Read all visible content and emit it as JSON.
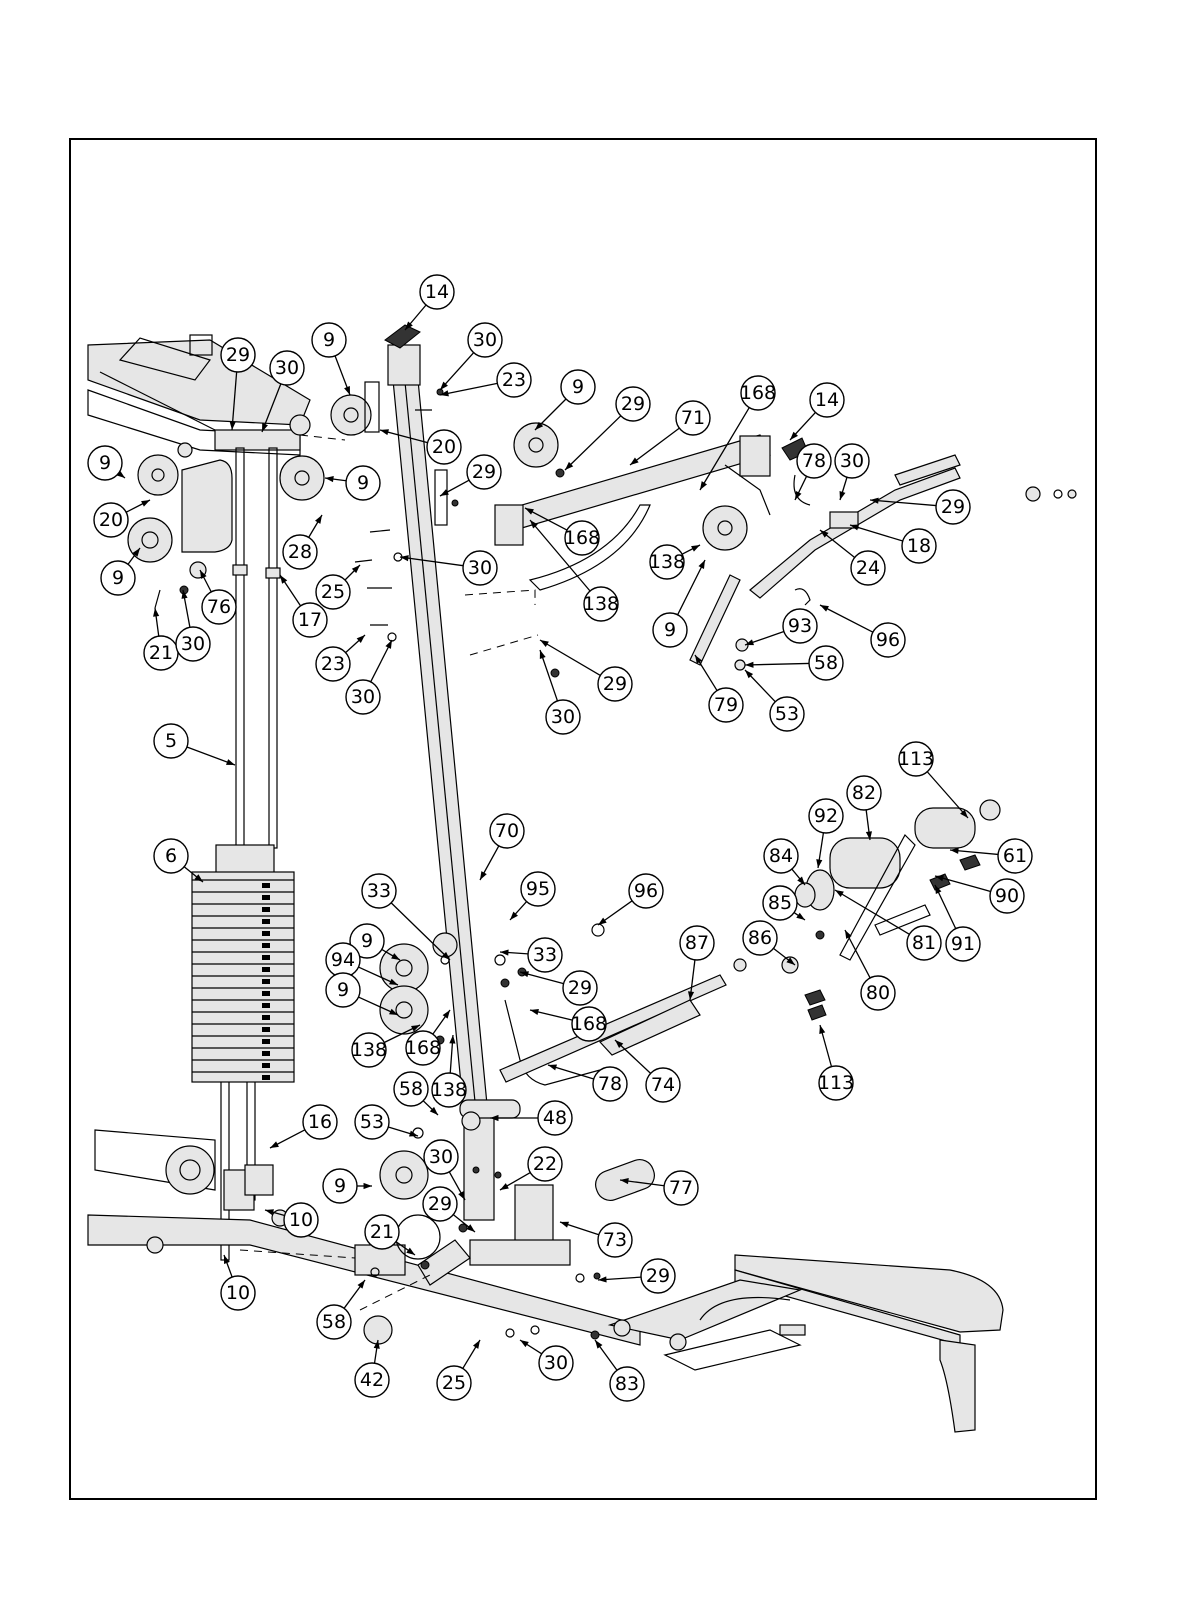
{
  "colors": {
    "ink": "#000000",
    "paper": "#ffffff",
    "metal": "#e6e6e6"
  },
  "callouts": [
    {
      "id": "c1",
      "label": "14"
    },
    {
      "id": "c2",
      "label": "30"
    },
    {
      "id": "c3",
      "label": "23"
    },
    {
      "id": "c4",
      "label": "9"
    },
    {
      "id": "c5",
      "label": "29"
    },
    {
      "id": "c6",
      "label": "30"
    },
    {
      "id": "c7",
      "label": "9"
    },
    {
      "id": "c8",
      "label": "29"
    },
    {
      "id": "c9",
      "label": "71"
    },
    {
      "id": "c10",
      "label": "168"
    },
    {
      "id": "c11",
      "label": "14"
    },
    {
      "id": "c12",
      "label": "9"
    },
    {
      "id": "c13",
      "label": "20"
    },
    {
      "id": "c14",
      "label": "20"
    },
    {
      "id": "c15",
      "label": "9"
    },
    {
      "id": "c16",
      "label": "29"
    },
    {
      "id": "c17",
      "label": "78"
    },
    {
      "id": "c18",
      "label": "30"
    },
    {
      "id": "c19",
      "label": "29"
    },
    {
      "id": "c20",
      "label": "28"
    },
    {
      "id": "c21",
      "label": "168"
    },
    {
      "id": "c22",
      "label": "18"
    },
    {
      "id": "c23",
      "label": "9"
    },
    {
      "id": "c24",
      "label": "76"
    },
    {
      "id": "c25",
      "label": "17"
    },
    {
      "id": "c26",
      "label": "25"
    },
    {
      "id": "c27",
      "label": "30"
    },
    {
      "id": "c28",
      "label": "138"
    },
    {
      "id": "c29",
      "label": "24"
    },
    {
      "id": "c30",
      "label": "21"
    },
    {
      "id": "c31",
      "label": "30"
    },
    {
      "id": "c32",
      "label": "138"
    },
    {
      "id": "c33",
      "label": "93"
    },
    {
      "id": "c34",
      "label": "96"
    },
    {
      "id": "c35",
      "label": "9"
    },
    {
      "id": "c36",
      "label": "23"
    },
    {
      "id": "c37",
      "label": "29"
    },
    {
      "id": "c38",
      "label": "58"
    },
    {
      "id": "c39",
      "label": "30"
    },
    {
      "id": "c40",
      "label": "79"
    },
    {
      "id": "c41",
      "label": "53"
    },
    {
      "id": "c42",
      "label": "30"
    },
    {
      "id": "c43",
      "label": "5"
    },
    {
      "id": "c44",
      "label": "113"
    },
    {
      "id": "c45",
      "label": "70"
    },
    {
      "id": "c46",
      "label": "82"
    },
    {
      "id": "c47",
      "label": "92"
    },
    {
      "id": "c48",
      "label": "6"
    },
    {
      "id": "c49",
      "label": "84"
    },
    {
      "id": "c50",
      "label": "61"
    },
    {
      "id": "c51",
      "label": "33"
    },
    {
      "id": "c52",
      "label": "95"
    },
    {
      "id": "c53",
      "label": "96"
    },
    {
      "id": "c54",
      "label": "90"
    },
    {
      "id": "c55",
      "label": "85"
    },
    {
      "id": "c56",
      "label": "81"
    },
    {
      "id": "c57",
      "label": "91"
    },
    {
      "id": "c58",
      "label": "9"
    },
    {
      "id": "c59",
      "label": "33"
    },
    {
      "id": "c60",
      "label": "87"
    },
    {
      "id": "c61",
      "label": "86"
    },
    {
      "id": "c62",
      "label": "94"
    },
    {
      "id": "c63",
      "label": "29"
    },
    {
      "id": "c64",
      "label": "80"
    },
    {
      "id": "c65",
      "label": "9"
    },
    {
      "id": "c66",
      "label": "168"
    },
    {
      "id": "c67",
      "label": "138"
    },
    {
      "id": "c68",
      "label": "168"
    },
    {
      "id": "c69",
      "label": "74"
    },
    {
      "id": "c70",
      "label": "78"
    },
    {
      "id": "c71",
      "label": "113"
    },
    {
      "id": "c72",
      "label": "138"
    },
    {
      "id": "c73",
      "label": "58"
    },
    {
      "id": "c74",
      "label": "48"
    },
    {
      "id": "c75",
      "label": "53"
    },
    {
      "id": "c76",
      "label": "16"
    },
    {
      "id": "c77",
      "label": "30"
    },
    {
      "id": "c78",
      "label": "22"
    },
    {
      "id": "c79",
      "label": "9"
    },
    {
      "id": "c80",
      "label": "77"
    },
    {
      "id": "c81",
      "label": "29"
    },
    {
      "id": "c82",
      "label": "10"
    },
    {
      "id": "c83",
      "label": "73"
    },
    {
      "id": "c84",
      "label": "21"
    },
    {
      "id": "c85",
      "label": "29"
    },
    {
      "id": "c86",
      "label": "10"
    },
    {
      "id": "c87",
      "label": "58"
    },
    {
      "id": "c88",
      "label": "42"
    },
    {
      "id": "c89",
      "label": "25"
    },
    {
      "id": "c90",
      "label": "30"
    },
    {
      "id": "c91",
      "label": "83"
    }
  ]
}
